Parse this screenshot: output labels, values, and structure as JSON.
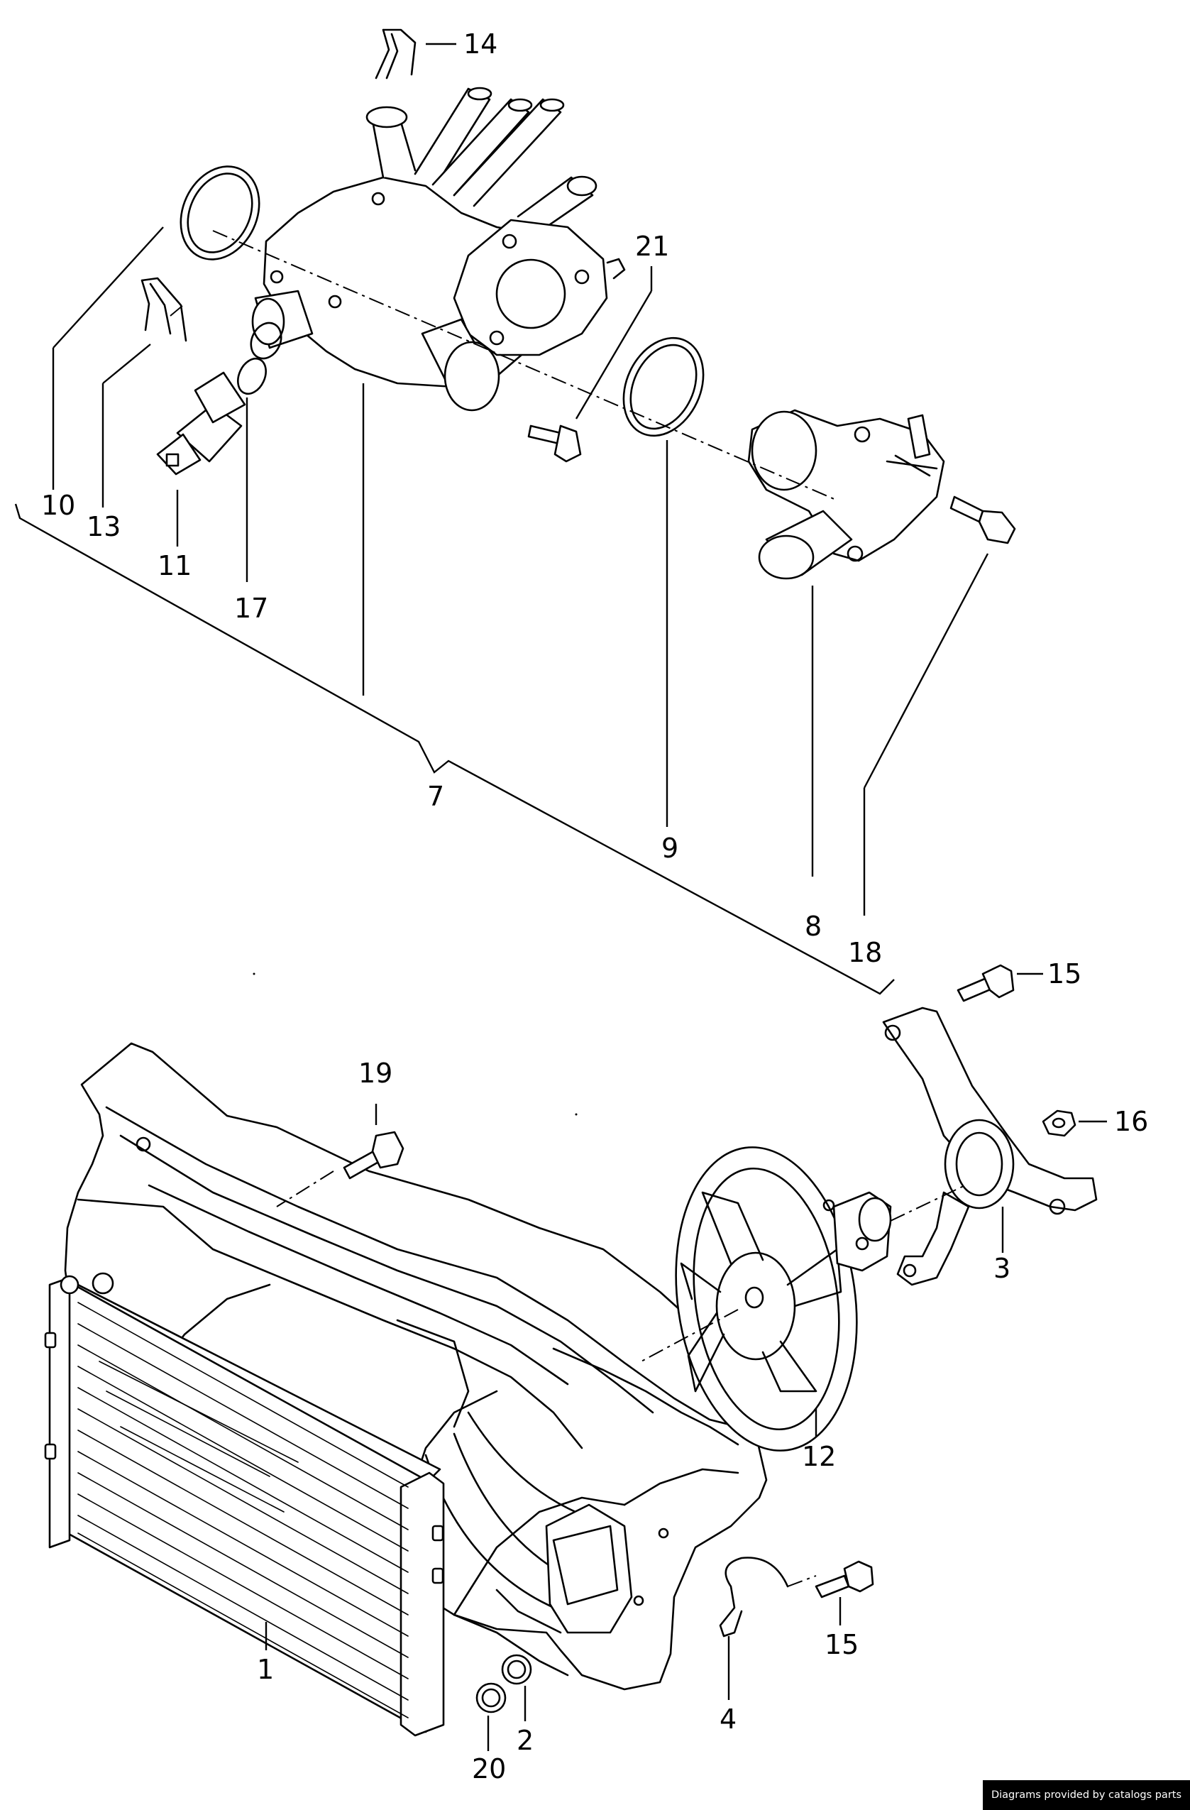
{
  "callouts": {
    "c1": "1",
    "c2": "2",
    "c3": "3",
    "c4": "4",
    "c7": "7",
    "c8": "8",
    "c9": "9",
    "c10": "10",
    "c11": "11",
    "c12": "12",
    "c13": "13",
    "c14": "14",
    "c15a": "15",
    "c15b": "15",
    "c16": "16",
    "c17": "17",
    "c18": "18",
    "c19": "19",
    "c20": "20",
    "c21": "21"
  },
  "footer": {
    "text": "Diagrams provided by catalogs parts"
  }
}
